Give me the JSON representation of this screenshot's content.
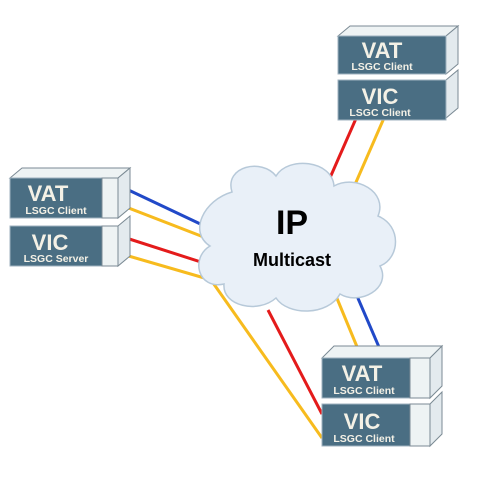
{
  "cloud": {
    "title": "IP",
    "subtitle": "Multicast"
  },
  "nodes": {
    "right_top": {
      "vat": {
        "name": "VAT",
        "role": "LSGC Client"
      },
      "vic": {
        "name": "VIC",
        "role": "LSGC Client"
      }
    },
    "left": {
      "vat": {
        "name": "VAT",
        "role": "LSGC Client"
      },
      "vic": {
        "name": "VIC",
        "role": "LSGC Server"
      }
    },
    "right_bottom": {
      "vat": {
        "name": "VAT",
        "role": "LSGC Client"
      },
      "vic": {
        "name": "VIC",
        "role": "LSGC Client"
      }
    }
  },
  "colors": {
    "box_face": "#4a6e83",
    "box_side": "#eef3f4",
    "cloud_fill": "#e9f0f8",
    "line_red": "#e41b1b",
    "line_blue": "#2149c8",
    "line_yellow": "#f7bb1e"
  }
}
